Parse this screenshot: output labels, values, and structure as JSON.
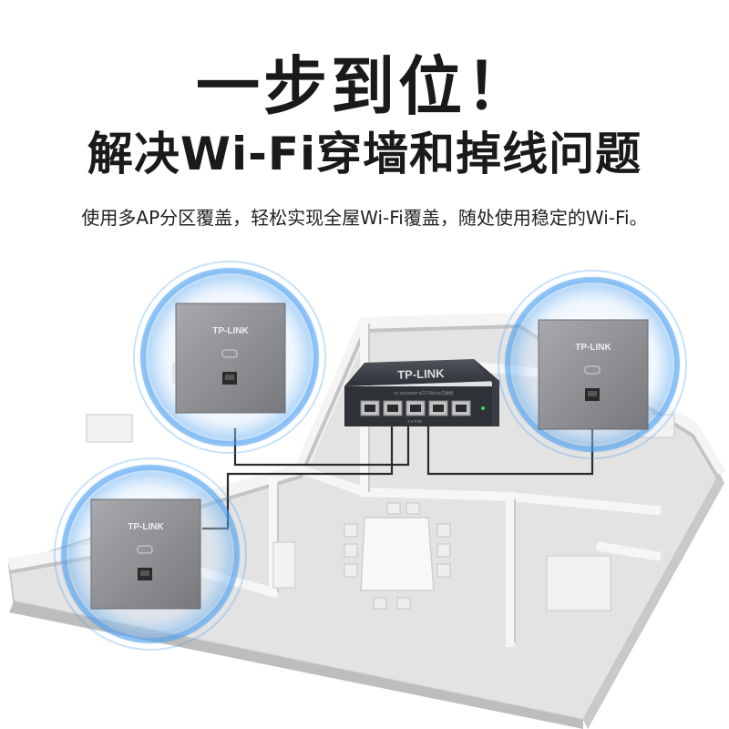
{
  "headline": "一步到位！",
  "subheadline": "解决Wi-Fi穿墙和掉线问题",
  "description": "使用多AP分区覆盖，轻松实现全屋Wi-Fi覆盖，随处使用稳定的Wi-Fi。",
  "brand": "TP-LINK",
  "switch_model_text": "TL-SG1005P 5口千兆PoE交换机",
  "switch_port_label": "1-4 PoE",
  "colors": {
    "coverage_ring": "#4a9ff0",
    "ap_panel": "#8a8c90",
    "switch_body": "#3c4046",
    "floor": "#dcdcdc"
  },
  "icons": [
    "ap-panel",
    "rj45-port",
    "wifi-led",
    "poe-switch",
    "ethernet-cable",
    "coverage-ring"
  ]
}
